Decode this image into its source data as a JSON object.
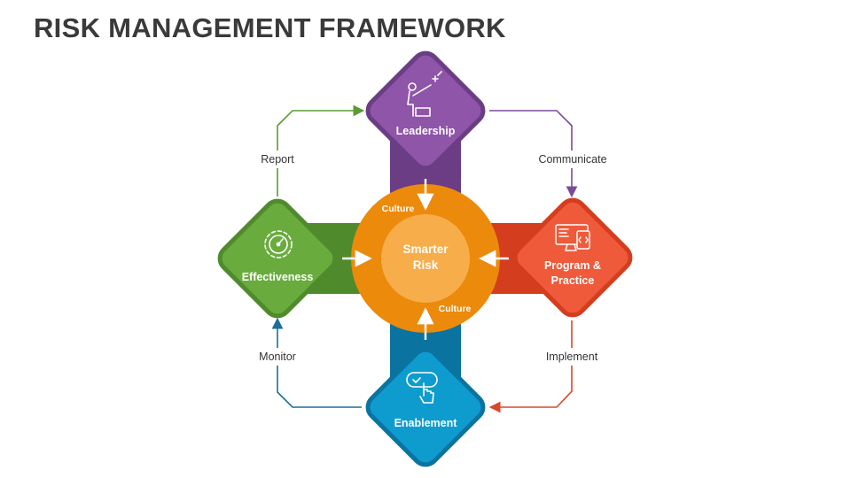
{
  "title": "RISK MANAGEMENT FRAMEWORK",
  "center": {
    "line1": "Smarter",
    "line2": "Risk"
  },
  "culture_labels": {
    "top": "Culture",
    "bottom": "Culture"
  },
  "nodes": {
    "leadership": {
      "label": "Leadership",
      "color": "#8e55a8",
      "icon": "leader-climbing-icon"
    },
    "program": {
      "line1": "Program &",
      "line2": "Practice",
      "color": "#ef5a3a",
      "icon": "monitor-code-icon"
    },
    "enablement": {
      "label": "Enablement",
      "color": "#0e9ccf",
      "icon": "touch-check-icon"
    },
    "effectiveness": {
      "label": "Effectiveness",
      "color": "#6aab3e",
      "icon": "gauge-gear-icon"
    }
  },
  "flows": {
    "report": "Report",
    "communicate": "Communicate",
    "implement": "Implement",
    "monitor": "Monitor"
  },
  "colors": {
    "orange_ring": "#ec8a0c",
    "orange_inner": "#f7ad4a",
    "purple_band": "#6a3d85",
    "red_band": "#d43d1d",
    "blue_band": "#0b73a0",
    "green_band": "#4f8a2c"
  }
}
